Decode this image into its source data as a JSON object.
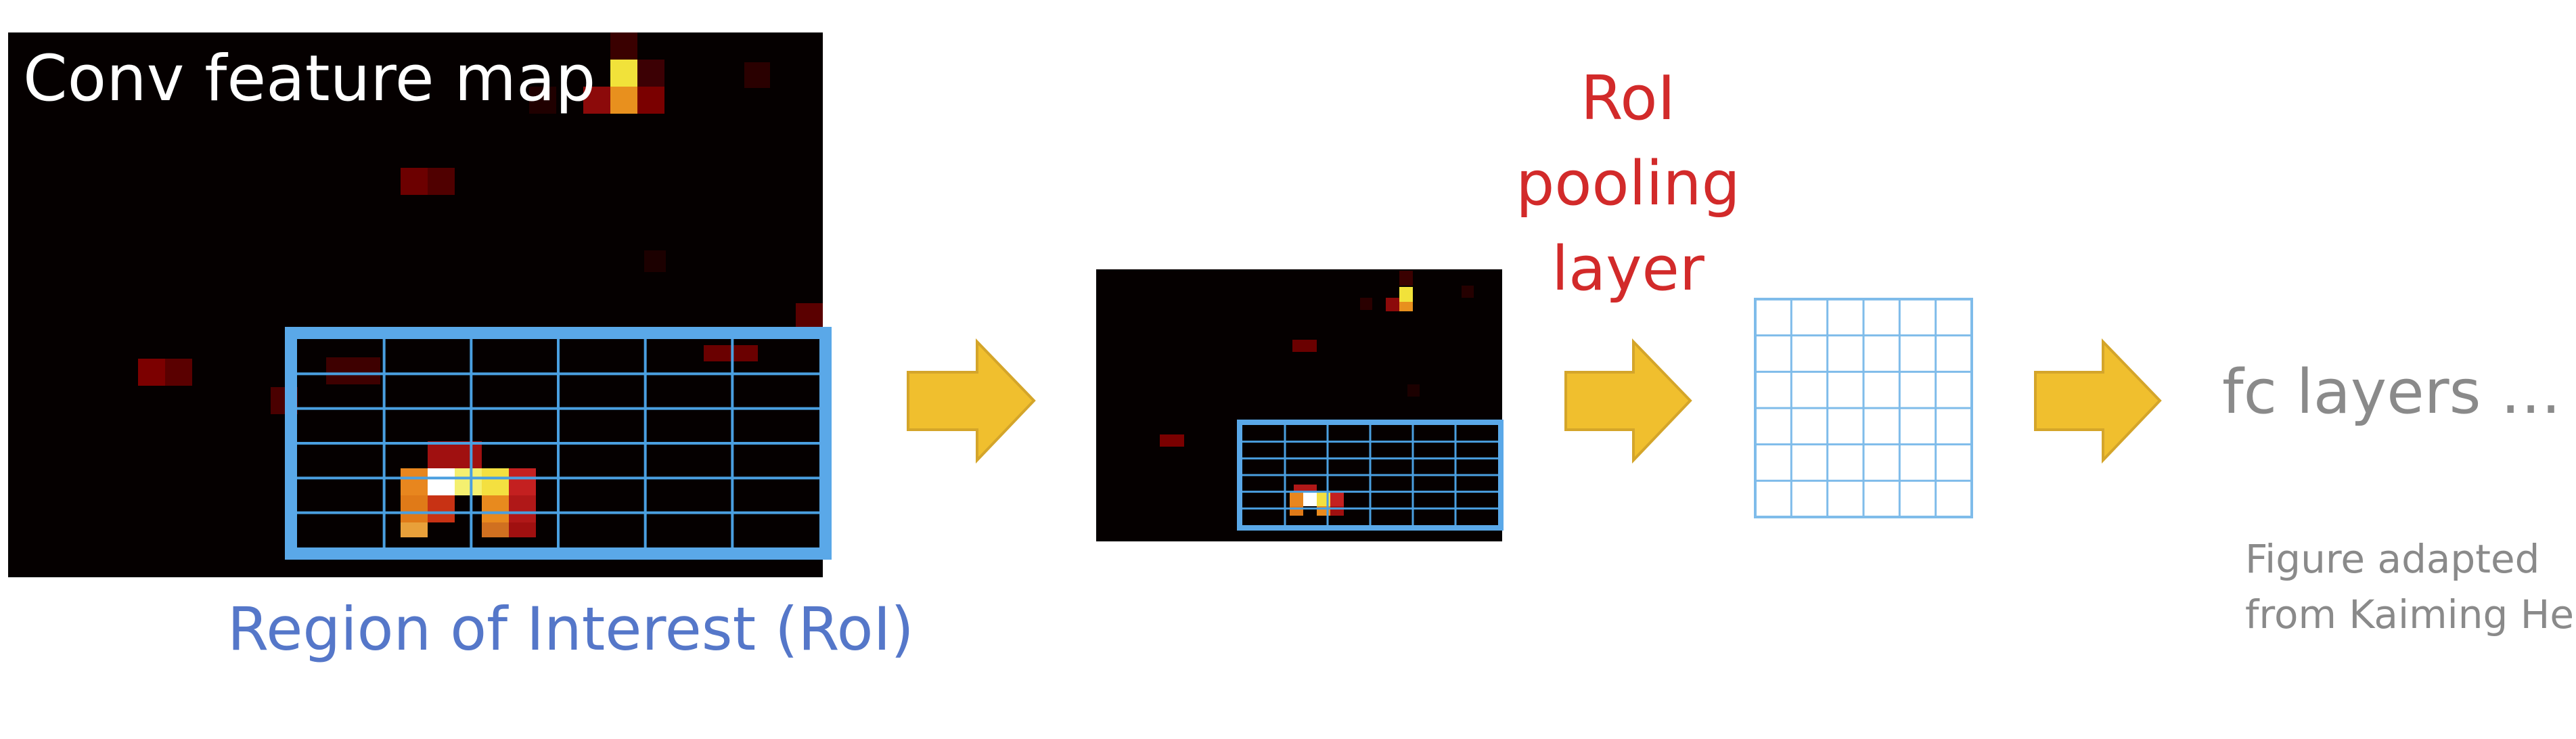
{
  "feature_map": {
    "title": "Conv feature map"
  },
  "roi": {
    "caption": "Region of Interest (RoI)"
  },
  "pooling": {
    "label_lines": [
      "RoI",
      "pooling",
      "layer"
    ]
  },
  "fc": {
    "label": "fc layers …"
  },
  "credit": {
    "lines": [
      "Figure adapted",
      "from Kaiming He"
    ]
  },
  "icons": {
    "arrow": "right-arrow-icon"
  },
  "colors": {
    "feature_map_bg": "#050000",
    "roi_box": "#5aa8e8",
    "grid_line": "#4a9fe0",
    "output_grid": "#7fbcea",
    "arrow_fill": "#f0bf2e",
    "arrow_stroke": "#d4a52a",
    "roi_caption": "#5577c9",
    "pool_label": "#d22a2a",
    "fc_label": "#8a8a8a",
    "credit": "#8a8a8a"
  },
  "pooling_grid": {
    "cols": 6,
    "rows": 6
  },
  "roi_grid": {
    "cols": 6,
    "rows": 6
  }
}
